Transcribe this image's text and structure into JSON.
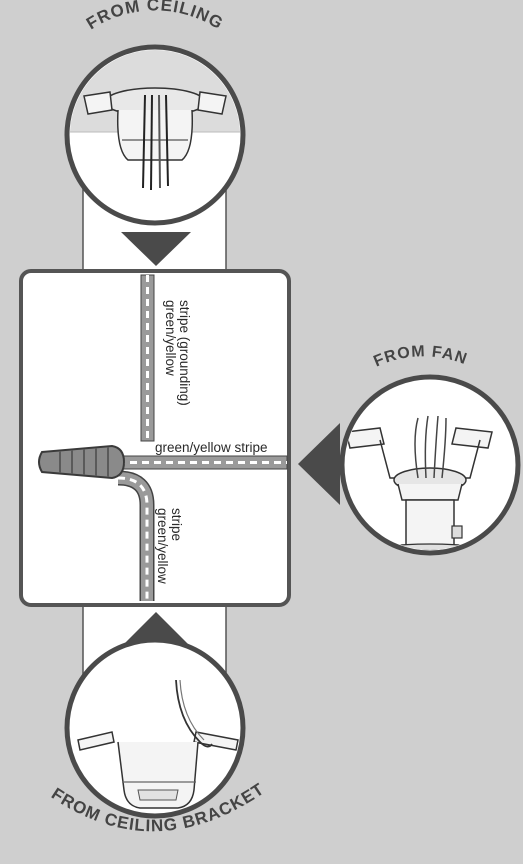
{
  "callouts": {
    "ceiling": "FROM CEILING",
    "fan": "FROM FAN",
    "ceiling_bracket": "FROM CEILING BRACKET"
  },
  "wire_labels": {
    "ground_top_line1": "green/yellow",
    "ground_top_line2": "stripe (grounding)",
    "ground_fan": "green/yellow stripe",
    "ground_bottom_line1": "green/yellow",
    "ground_bottom_line2": "stripe"
  },
  "colors": {
    "background": "#cfcfcf",
    "panel": "#ffffff",
    "outline": "#555555",
    "wire_nut": "#8a8a8a",
    "stripe": "#9a9a9a"
  }
}
